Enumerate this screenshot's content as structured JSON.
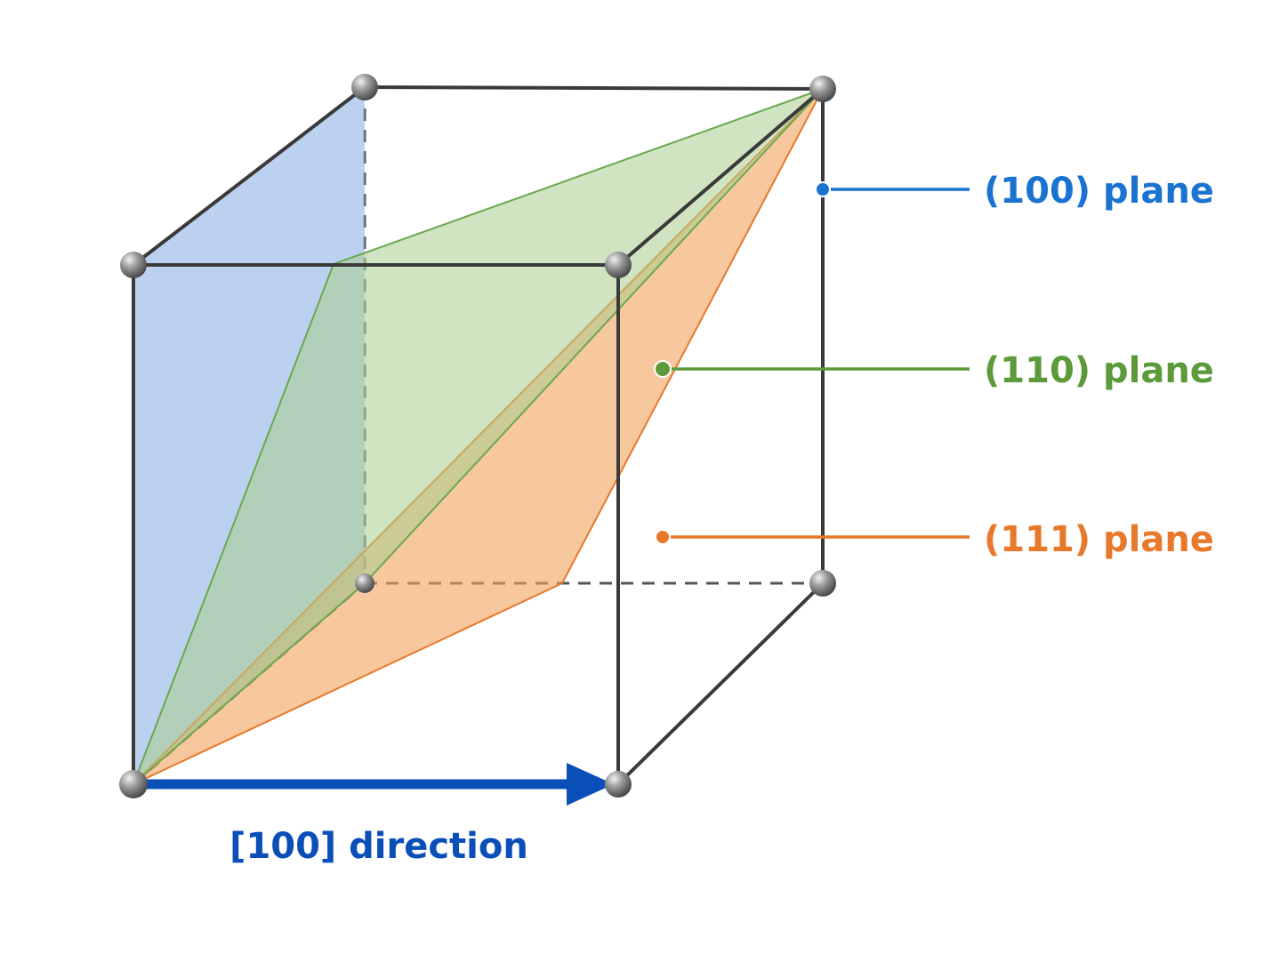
{
  "labels": {
    "plane_100": "(100) plane",
    "plane_110": "(110) plane",
    "plane_111": "(111) plane",
    "direction_100": "[100] direction"
  },
  "colors": {
    "plane_100": "#1a73d0",
    "plane_110": "#5c9a3a",
    "plane_111": "#e8782a",
    "direction": "#0a4fb8",
    "edge": "#3a3a3a"
  }
}
